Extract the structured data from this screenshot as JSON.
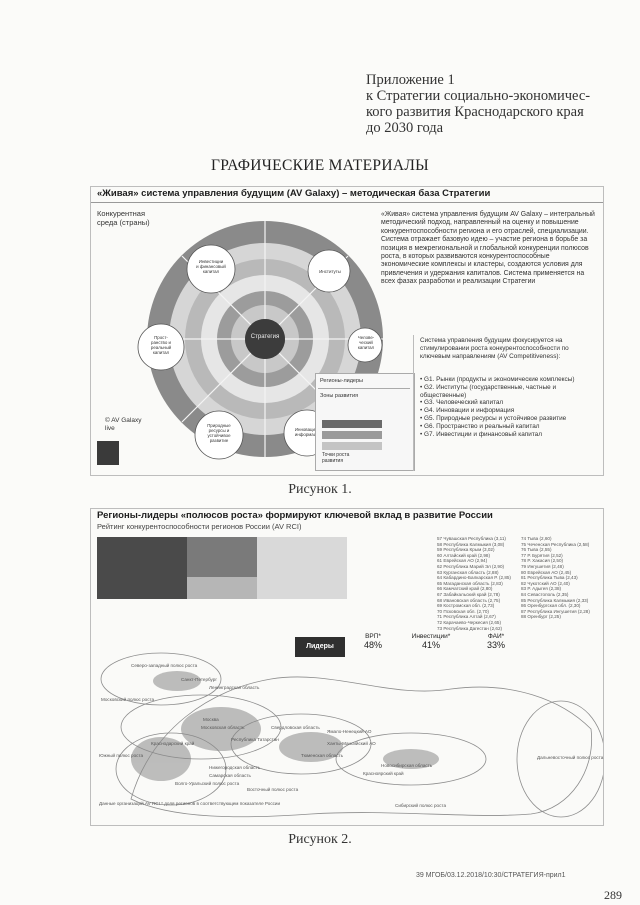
{
  "appendix": {
    "lines": [
      "Приложение 1",
      "к Стратегии социально-экономичес-",
      "кого развития Краснодарского края",
      "до 2030 года"
    ]
  },
  "heading": "ГРАФИЧЕСКИЕ МАТЕРИАЛЫ",
  "figure1": {
    "title": "«Живая» система управления будущим (AV Galaxy) – методическая база Стратегии",
    "competitive_env": [
      "Конкурентная",
      "среда (страны)"
    ],
    "center_label": "Стратегия",
    "nodes": {
      "financial": [
        "Инвестиции",
        "и финансовый",
        "капитал"
      ],
      "institutes": [
        "Институты"
      ],
      "human": [
        "Челове-",
        "ческий",
        "капитал"
      ],
      "spatial": [
        "Прост-",
        "ранство и",
        "реальный",
        "капитал"
      ],
      "natural": [
        "Природные",
        "ресурсы и",
        "устойчивое",
        "развитие"
      ],
      "innovation": [
        "Инновации и",
        "информация"
      ]
    },
    "copyright": [
      "© AV Galaxy",
      "live"
    ],
    "legend": [
      "Регионы-лидеры",
      "Зоны развития"
    ],
    "legend_bottom": [
      "Точки роста",
      "развития"
    ],
    "description": "«Живая» система управления будущим AV Galaxy – интегральный методический подход, направленный на оценку и повышение конкурентоспособности региона и его отраслей, специализации. Система отражает базовую идею – участие региона в борьбе за позиция в межрегиональной и глобальной конкуренции полюсов роста, в которых развиваются конкурентоспособные экономические комплексы и кластеры, создаются условия для привлечения и удержания капиталов. Система применяется на всех фазах разработки и реализации Стратегии",
    "focus_text": "Система управления будущим фокусируется на стимулировании роста конкурентоспособности по ключевым направлениям (AV Competitiveness):",
    "focus_items": [
      "• G1. Рынки (продукты и экономические комплексы)",
      "• G2. Институты (государственные, частные и общественные)",
      "• G3. Человеческий капитал",
      "• G4. Инновации и информация",
      "• G5. Природные ресурсы и устойчивое развитие",
      "• G6. Пространство и реальный капитал",
      "• G7. Инвестиции и финансовый капитал"
    ],
    "caption": "Рисунок 1."
  },
  "figure2": {
    "title": "Регионы-лидеры «полюсов роста» формируют ключевой вклад в развитие России",
    "subtitle": "Рейтинг конкурентоспособности регионов России (AV RCI)",
    "leaders_label": "Лидеры",
    "metrics": [
      {
        "label": "ВРП*",
        "value": "48%"
      },
      {
        "label": "Инвестиции*",
        "value": "41%"
      },
      {
        "label": "ФАИ*",
        "value": "33%"
      }
    ],
    "list_col1": [
      "57 Чувашская Республика (3,11)",
      "58 Республика Калмыкия (3,08)",
      "59 Республика Крым (3,02)",
      "60 Алтайский край (2,98)",
      "61 Еврейская АО (2,94)",
      "62 Республика Марий Эл (2,90)",
      "63 Курганская область (2,88)",
      "64 Кабардино-Балкарская Р. (2,85)",
      "65 Магаданская область (2,83)",
      "66 Камчатский край (2,80)",
      "67 Забайкальский край (2,78)",
      "68 Ивановская область (2,75)",
      "69 Костромская обл. (2,73)",
      "70 Псковская обл. (2,70)",
      "71 Республика Алтай (2,67)",
      "72 Карачаево-Черкесия (2,65)",
      "73 Республика Дагестан (2,62)"
    ],
    "list_col2": [
      "74 Тыва (2,60)",
      "75 Чеченская Республика (2,58)",
      "76 Тыва (2,55)",
      "77 Р. Бурятия (2,52)",
      "78 Р. Хакасия (2,50)",
      "79 Ингушетия (2,48)",
      "80 Еврейская АО (2,45)",
      "81 Республика Тыва (2,43)",
      "82 Чукотский АО (2,40)",
      "83 Р. Адыгея (2,38)",
      "84 Севастополь (2,35)",
      "85 Республика Калмыкия (2,33)",
      "86 Оренбургская обл. (2,30)",
      "87 Республика Ингушетия (2,28)",
      "88 Оренбург (2,25)"
    ],
    "map_labels": [
      "Северо-западный полюс роста",
      "Санкт-Петербург",
      "Ленинградская область",
      "Московский полюс роста",
      "Южный полюс роста",
      "Москва",
      "Московская область",
      "Свердловская область",
      "Ямало-Ненецкий АО",
      "Ханты-Мансийский АО",
      "Республика Татарстан",
      "Тюменская область",
      "Краснодарский край",
      "Волго-Уральский полюс роста",
      "Нижегородская область",
      "Самарская область",
      "Новосибирская область",
      "Красноярский край",
      "Сибирский полюс роста",
      "Восточный полюс роста",
      "Дальневосточный полюс роста"
    ],
    "footnote": "Данные организаций AV RCI * доля регионов в соответствующем показателе России",
    "caption": "Рисунок 2."
  },
  "footer_code": "39 МГОБ/03.12.2018/10:30/СТРАТЕГИЯ-прил1",
  "page_number": "289"
}
